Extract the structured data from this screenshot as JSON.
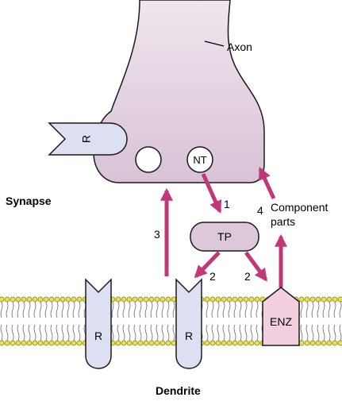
{
  "labels": {
    "axon": "Axon",
    "synapse": "Synapse",
    "dendrite": "Dendrite",
    "component_parts_line1": "Component",
    "component_parts_line2": "parts",
    "nt": "NT",
    "tp": "TP",
    "enz": "ENZ",
    "receptor_presynaptic": "R",
    "receptor_left": "R",
    "receptor_right": "R"
  },
  "steps": {
    "step1": "1",
    "step2a": "2",
    "step2b": "2",
    "step3": "3",
    "step4": "4"
  },
  "colors": {
    "axon_fill": "#dcc8d8",
    "receptor_fill": "#dde0f2",
    "enzyme_fill": "#f2d0e0",
    "arrow": "#c2377a",
    "membrane": "#e8e24a"
  }
}
